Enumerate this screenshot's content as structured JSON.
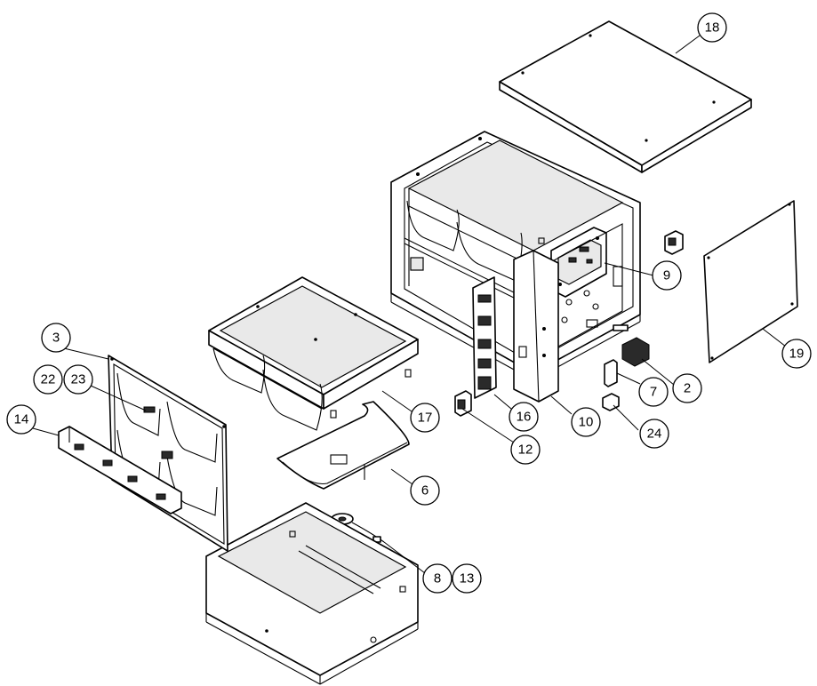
{
  "callouts": [
    {
      "id": "18",
      "label": "18"
    },
    {
      "id": "9",
      "label": "9"
    },
    {
      "id": "19",
      "label": "19"
    },
    {
      "id": "2",
      "label": "2"
    },
    {
      "id": "7",
      "label": "7"
    },
    {
      "id": "24",
      "label": "24"
    },
    {
      "id": "10",
      "label": "10"
    },
    {
      "id": "16",
      "label": "16"
    },
    {
      "id": "12",
      "label": "12"
    },
    {
      "id": "17",
      "label": "17"
    },
    {
      "id": "6",
      "label": "6"
    },
    {
      "id": "8",
      "label": "8"
    },
    {
      "id": "13",
      "label": "13"
    },
    {
      "id": "3",
      "label": "3"
    },
    {
      "id": "22",
      "label": "22"
    },
    {
      "id": "23",
      "label": "23"
    },
    {
      "id": "14",
      "label": "14"
    }
  ]
}
